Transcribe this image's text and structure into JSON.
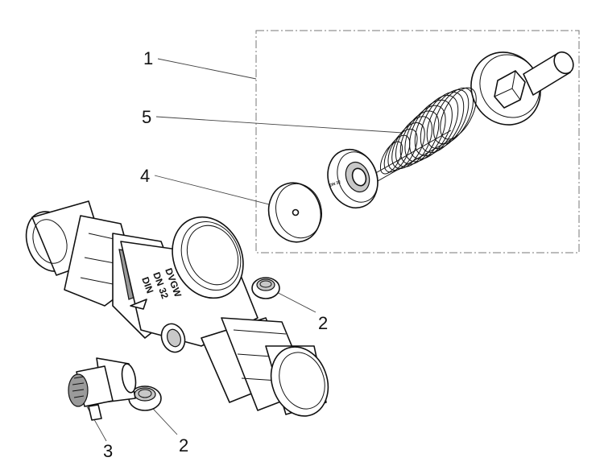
{
  "callouts": [
    {
      "id": "1",
      "text": "1"
    },
    {
      "id": "5",
      "text": "5"
    },
    {
      "id": "4",
      "text": "4"
    },
    {
      "id": "2a",
      "text": "2"
    },
    {
      "id": "3",
      "text": "3"
    },
    {
      "id": "2b",
      "text": "2"
    }
  ],
  "stamps": {
    "line1": "DVGW",
    "line2": "DN 32",
    "line3": "DIN",
    "disc_mark": "DN 32"
  }
}
